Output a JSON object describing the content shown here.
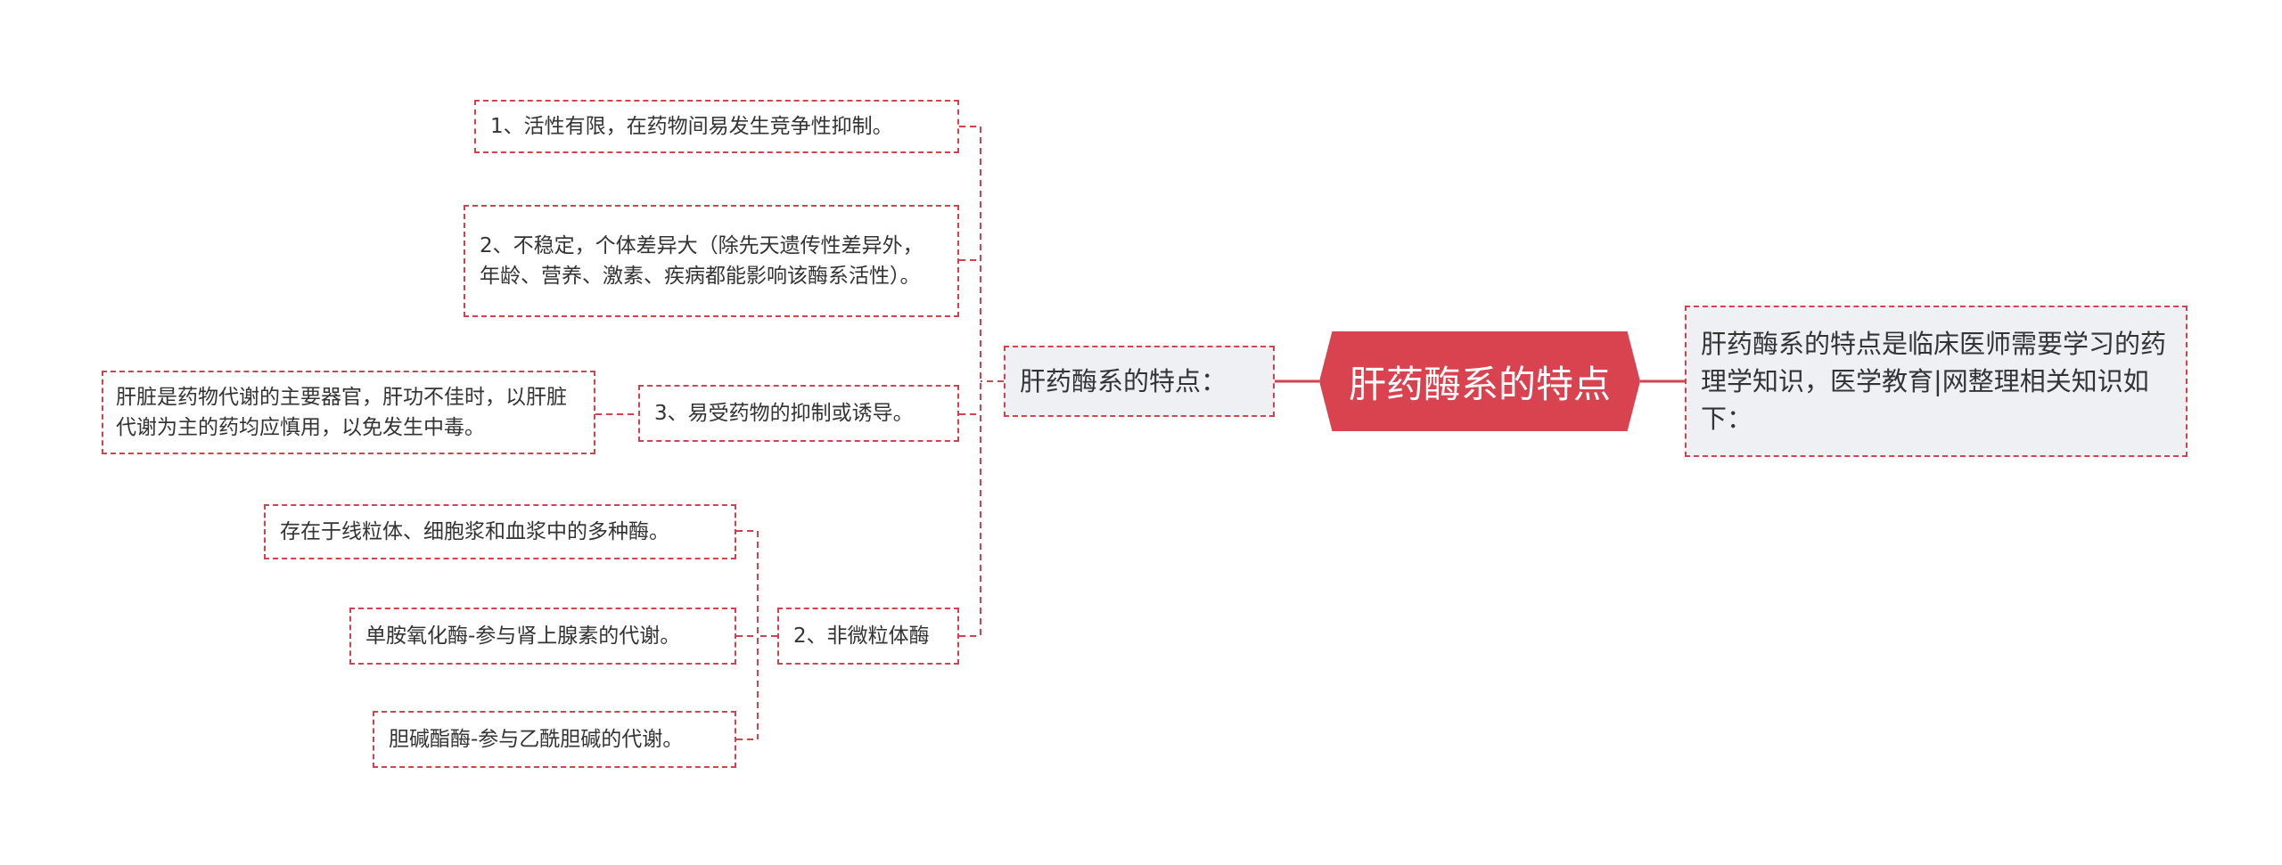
{
  "colors": {
    "accent": "#d9434f",
    "line": "#d2434e",
    "note_bg": "#eef0f4"
  },
  "root": {
    "title": "肝药酶系的特点"
  },
  "right_note": {
    "text": "肝药酶系的特点是临床医师需要学习的药理学知识，医学教育|网整理相关知识如下："
  },
  "branch": {
    "label": "肝药酶系的特点："
  },
  "items": {
    "item1": "1、活性有限，在药物间易发生竞争性抑制。",
    "item2": "2、不稳定，个体差异大（除先天遗传性差异外，年龄、营养、激素、疾病都能影响该酶系活性）。",
    "item3": "3、易受药物的抑制或诱导。",
    "item3_note": "肝脏是药物代谢的主要器官，肝功不佳时，以肝脏代谢为主的药均应慎用，以免发生中毒。",
    "item4": "2、非微粒体酶",
    "item4_children": [
      "存在于线粒体、细胞浆和血浆中的多种酶。",
      "单胺氧化酶-参与肾上腺素的代谢。",
      "胆碱酯酶-参与乙酰胆碱的代谢。"
    ]
  }
}
